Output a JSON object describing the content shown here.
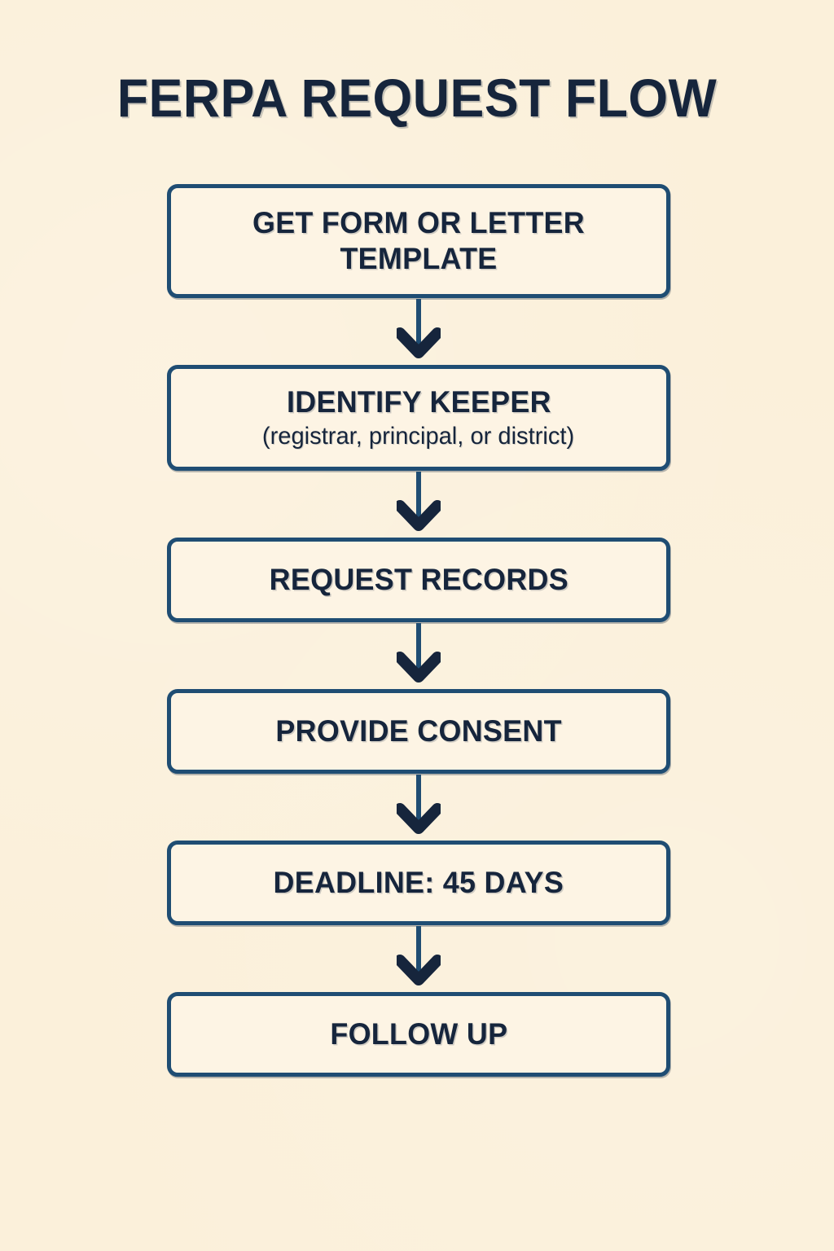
{
  "page": {
    "title": "FERPA REQUEST FLOW",
    "background_color": "#fbf0da",
    "box_fill_color": "#fdf4e4",
    "border_color": "#1f4d73",
    "text_color": "#16253c"
  },
  "flow": {
    "type": "vertical-flowchart",
    "connector": "down-arrow",
    "steps": [
      {
        "index": 1,
        "label": "GET FORM OR LETTER TEMPLATE",
        "sub": ""
      },
      {
        "index": 2,
        "label": "IDENTIFY KEEPER",
        "sub": "(registrar, principal, or district)"
      },
      {
        "index": 3,
        "label": "REQUEST RECORDS",
        "sub": ""
      },
      {
        "index": 4,
        "label": "PROVIDE CONSENT",
        "sub": ""
      },
      {
        "index": 5,
        "label": "DEADLINE: 45 DAYS",
        "sub": ""
      },
      {
        "index": 6,
        "label": "FOLLOW UP",
        "sub": ""
      }
    ]
  }
}
